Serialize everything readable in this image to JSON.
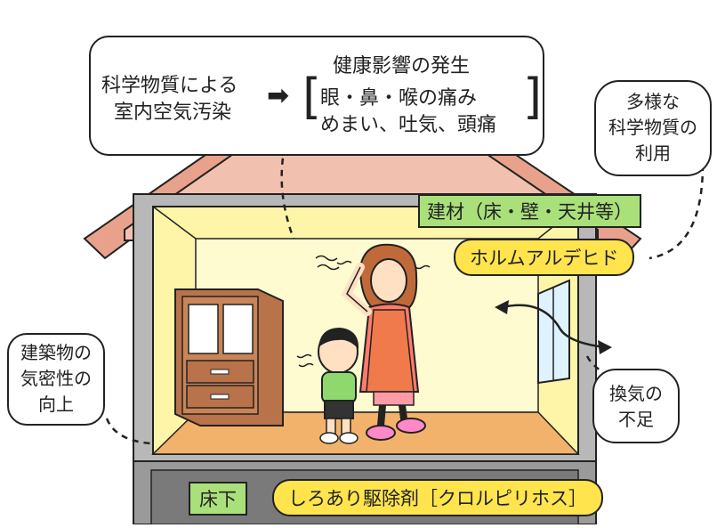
{
  "cause_bubble": {
    "cause_line1": "科学物質による",
    "cause_line2": "室内空気汚染",
    "effect_title": "健康影響の発生",
    "effect_line1": "眼・鼻・喉の痛み",
    "effect_line2": "めまい、吐気、頭痛"
  },
  "chemicals_bubble": {
    "line1": "多様な",
    "line2": "科学物質の",
    "line3": "利用"
  },
  "airtight_bubble": {
    "line1": "建築物の",
    "line2": "気密性の",
    "line3": "向上"
  },
  "ventilation_bubble": {
    "line1": "換気の",
    "line2": "不足"
  },
  "materials_label": "建材（床・壁・天井等）",
  "formaldehyde_label": "ホルムアルデヒド",
  "underfloor_label": "床下",
  "termiticide_label": "しろあり駆除剤［クロルピリホス］",
  "colors": {
    "roof": "#e8a28c",
    "wall_grey": "#b0b0b0",
    "room_yellow": "#fff5a8",
    "floor": "#f3b26b",
    "green_tag": "#a9e07a",
    "yellow_tag": "#ffe44d",
    "furniture": "#b8734a",
    "apron": "#f07a4c"
  }
}
